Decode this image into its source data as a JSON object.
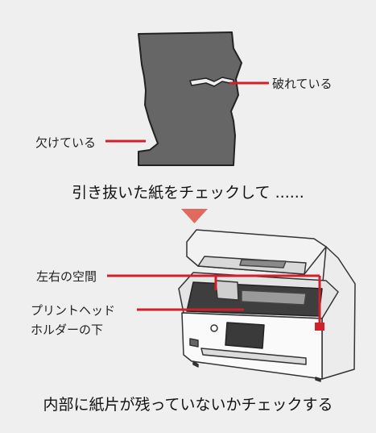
{
  "labels": {
    "torn": "破れている",
    "chipped": "欠けている",
    "step1": "引き抜いた紙をチェックして ......",
    "gap": "左右の空間",
    "head_line1": "プリントヘッド",
    "head_line2": "ホルダーの下",
    "step2": "内部に紙片が残っていないかチェックする"
  },
  "colors": {
    "background": "#efefef",
    "paper_fill": "#666666",
    "paper_outline": "#222222",
    "leader": "#d0202a",
    "arrow": "#e06a5e",
    "printer_body": "#f7f7f7",
    "printer_line": "#333333"
  },
  "icons": {
    "arrow": "down-triangle-arrow"
  }
}
